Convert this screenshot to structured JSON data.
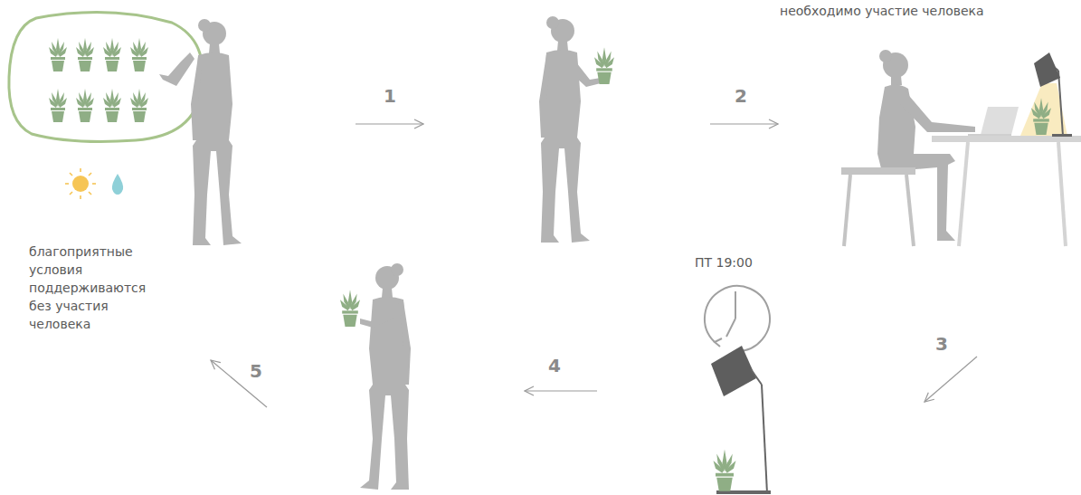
{
  "diagram": {
    "labels": [
      "необходимо участие человека",
      "1",
      "2",
      "ПТ 19:00",
      "благоприятные условия поддерживаются без участия человека",
      "3",
      "5",
      "4"
    ]
  }
}
